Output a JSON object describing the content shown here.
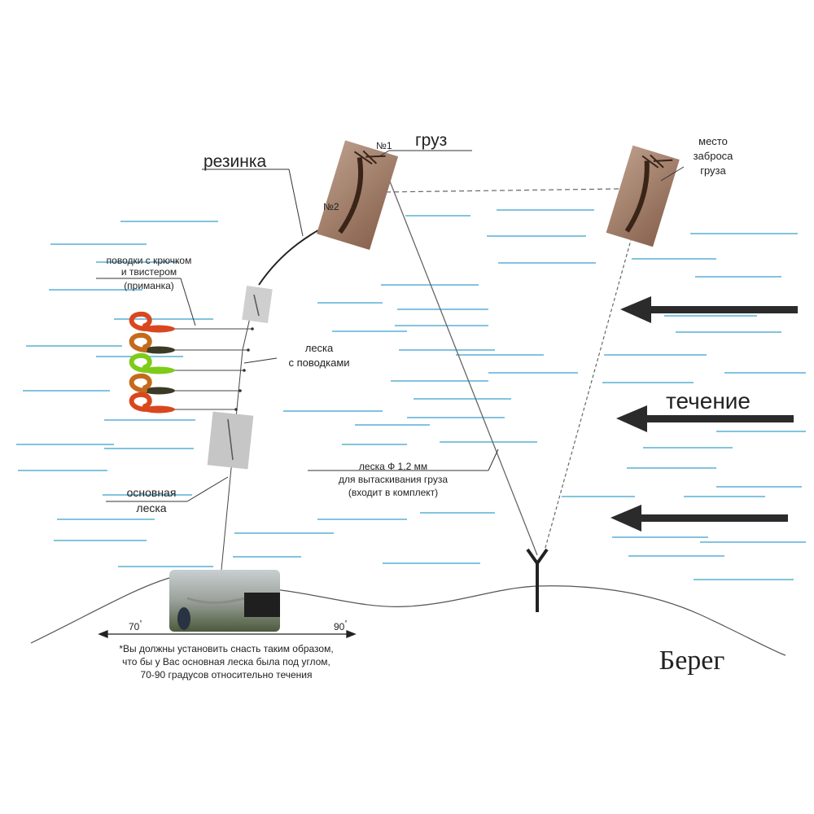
{
  "labels": {
    "weight": "груз",
    "no1": "№1",
    "no2": "№2",
    "rubber": "резинка",
    "cast_place": [
      "место",
      "заброса",
      "груза"
    ],
    "leaders": [
      "поводки с крючком",
      "и твистером",
      "(приманка)"
    ],
    "line_leaders": [
      "леска",
      "с поводками"
    ],
    "current": "течение",
    "main_line": [
      "основная",
      "леска"
    ],
    "pull_line": [
      "леска Ф 1,2 мм",
      "для вытаскивания груза",
      "(входит в комплект)"
    ],
    "angle_left": "70",
    "angle_right": "90",
    "degree": "°",
    "note": [
      "*Вы должны установить снасть таким образом,",
      "что бы у Вас основная леска была под углом,",
      "70-90 градусов относительно течения"
    ],
    "shore": "Берег"
  },
  "colors": {
    "water_line": "#5aafd6",
    "arrow": "#2b2b2b",
    "line": "#555555",
    "twister_red": "#d9471f",
    "twister_orange": "#c46a1c",
    "twister_green": "#7ecb1a",
    "twister_dark": "#3a3a26",
    "weight_photo": "#9a7660"
  },
  "icons": {
    "weight_photo": "sinker-photo",
    "cast_weight_photo": "cast-sinker-photo",
    "stand": "rod-stand-icon",
    "angler_photo": "angler-photo",
    "current_arrows": "arrow-left-icon"
  }
}
